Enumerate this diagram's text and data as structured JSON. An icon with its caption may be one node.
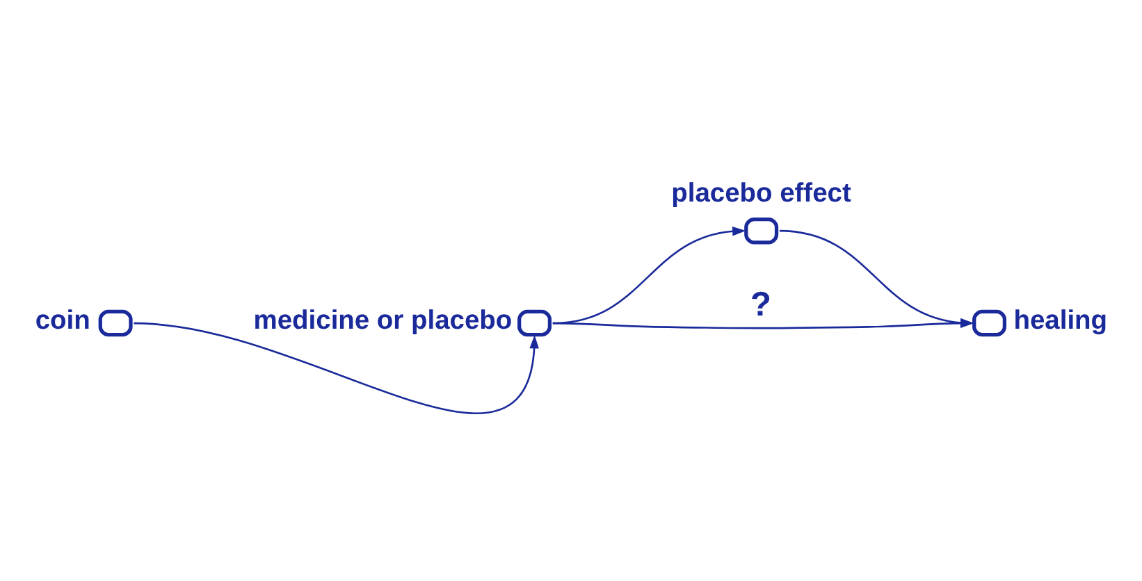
{
  "diagram": {
    "nodes": [
      {
        "text": [
          "coin"
        ]
      },
      {
        "text": [
          "placebo effect"
        ]
      },
      {
        "text": [
          "medicine or placebo"
        ]
      },
      {
        "text": [
          "healing"
        ]
      }
    ],
    "edges": [
      {
        "from": 0,
        "to": 2,
        "arrow": "to"
      },
      {
        "from": 2,
        "to": 1,
        "arrow": "to"
      },
      {
        "from": 1,
        "to": 3,
        "arrow": "to"
      },
      {
        "from": 2,
        "to": 3,
        "arrow": "to",
        "label": "?"
      }
    ]
  }
}
